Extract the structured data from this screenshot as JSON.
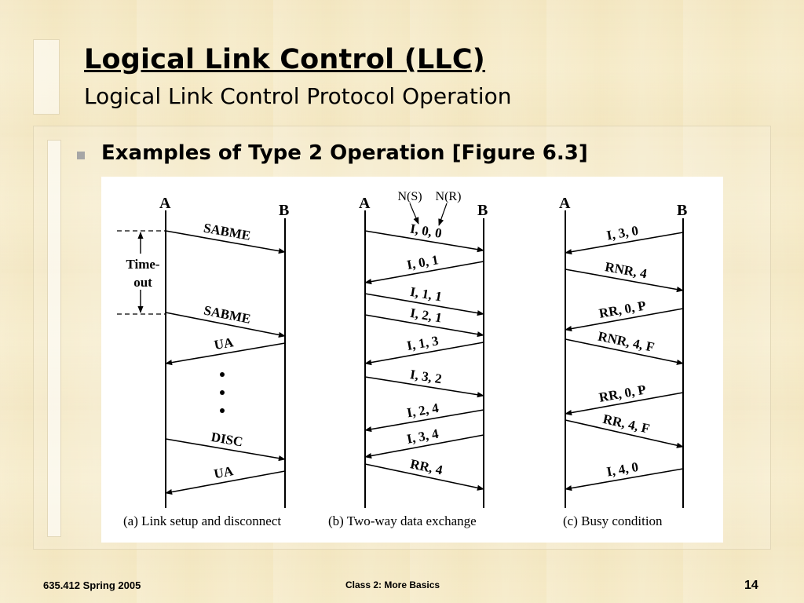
{
  "slide": {
    "title": "Logical Link Control (LLC)",
    "subtitle": "Logical Link Control Protocol Operation",
    "bullet": "Examples of Type 2 Operation [Figure 6.3]"
  },
  "figure": {
    "panels": [
      {
        "id": "a",
        "label_left": "A",
        "label_right": "B",
        "caption": "(a) Link setup and disconnect",
        "timeout_label": [
          "Time-",
          "out"
        ],
        "messages": [
          {
            "label": "SABME",
            "direction": "A-to-B"
          },
          {
            "label": "SABME",
            "direction": "A-to-B"
          },
          {
            "label": "UA",
            "direction": "B-to-A"
          },
          {
            "label": "DISC",
            "direction": "A-to-B"
          },
          {
            "label": "UA",
            "direction": "B-to-A"
          }
        ]
      },
      {
        "id": "b",
        "label_left": "A",
        "label_right": "B",
        "caption": "(b) Two-way data exchange",
        "annotations": [
          "N(S)",
          "N(R)"
        ],
        "messages": [
          {
            "label": "I, 0, 0",
            "direction": "A-to-B"
          },
          {
            "label": "I, 0, 1",
            "direction": "B-to-A"
          },
          {
            "label": "I, 1, 1",
            "direction": "A-to-B"
          },
          {
            "label": "I, 2, 1",
            "direction": "A-to-B"
          },
          {
            "label": "I, 1, 3",
            "direction": "B-to-A"
          },
          {
            "label": "I, 3, 2",
            "direction": "A-to-B"
          },
          {
            "label": "I, 2, 4",
            "direction": "B-to-A"
          },
          {
            "label": "I, 3, 4",
            "direction": "B-to-A"
          },
          {
            "label": "RR, 4",
            "direction": "A-to-B"
          }
        ]
      },
      {
        "id": "c",
        "label_left": "A",
        "label_right": "B",
        "caption": "(c) Busy condition",
        "messages": [
          {
            "label": "I, 3, 0",
            "direction": "B-to-A"
          },
          {
            "label": "RNR, 4",
            "direction": "A-to-B"
          },
          {
            "label": "RR, 0, P",
            "direction": "B-to-A"
          },
          {
            "label": "RNR, 4, F",
            "direction": "A-to-B"
          },
          {
            "label": "RR, 0, P",
            "direction": "B-to-A"
          },
          {
            "label": "RR, 4, F",
            "direction": "A-to-B"
          },
          {
            "label": "I, 4, 0",
            "direction": "B-to-A"
          }
        ]
      }
    ]
  },
  "footer": {
    "course": "635.412 Spring 2005",
    "class_title": "Class 2:  More Basics",
    "page_number": "14"
  }
}
